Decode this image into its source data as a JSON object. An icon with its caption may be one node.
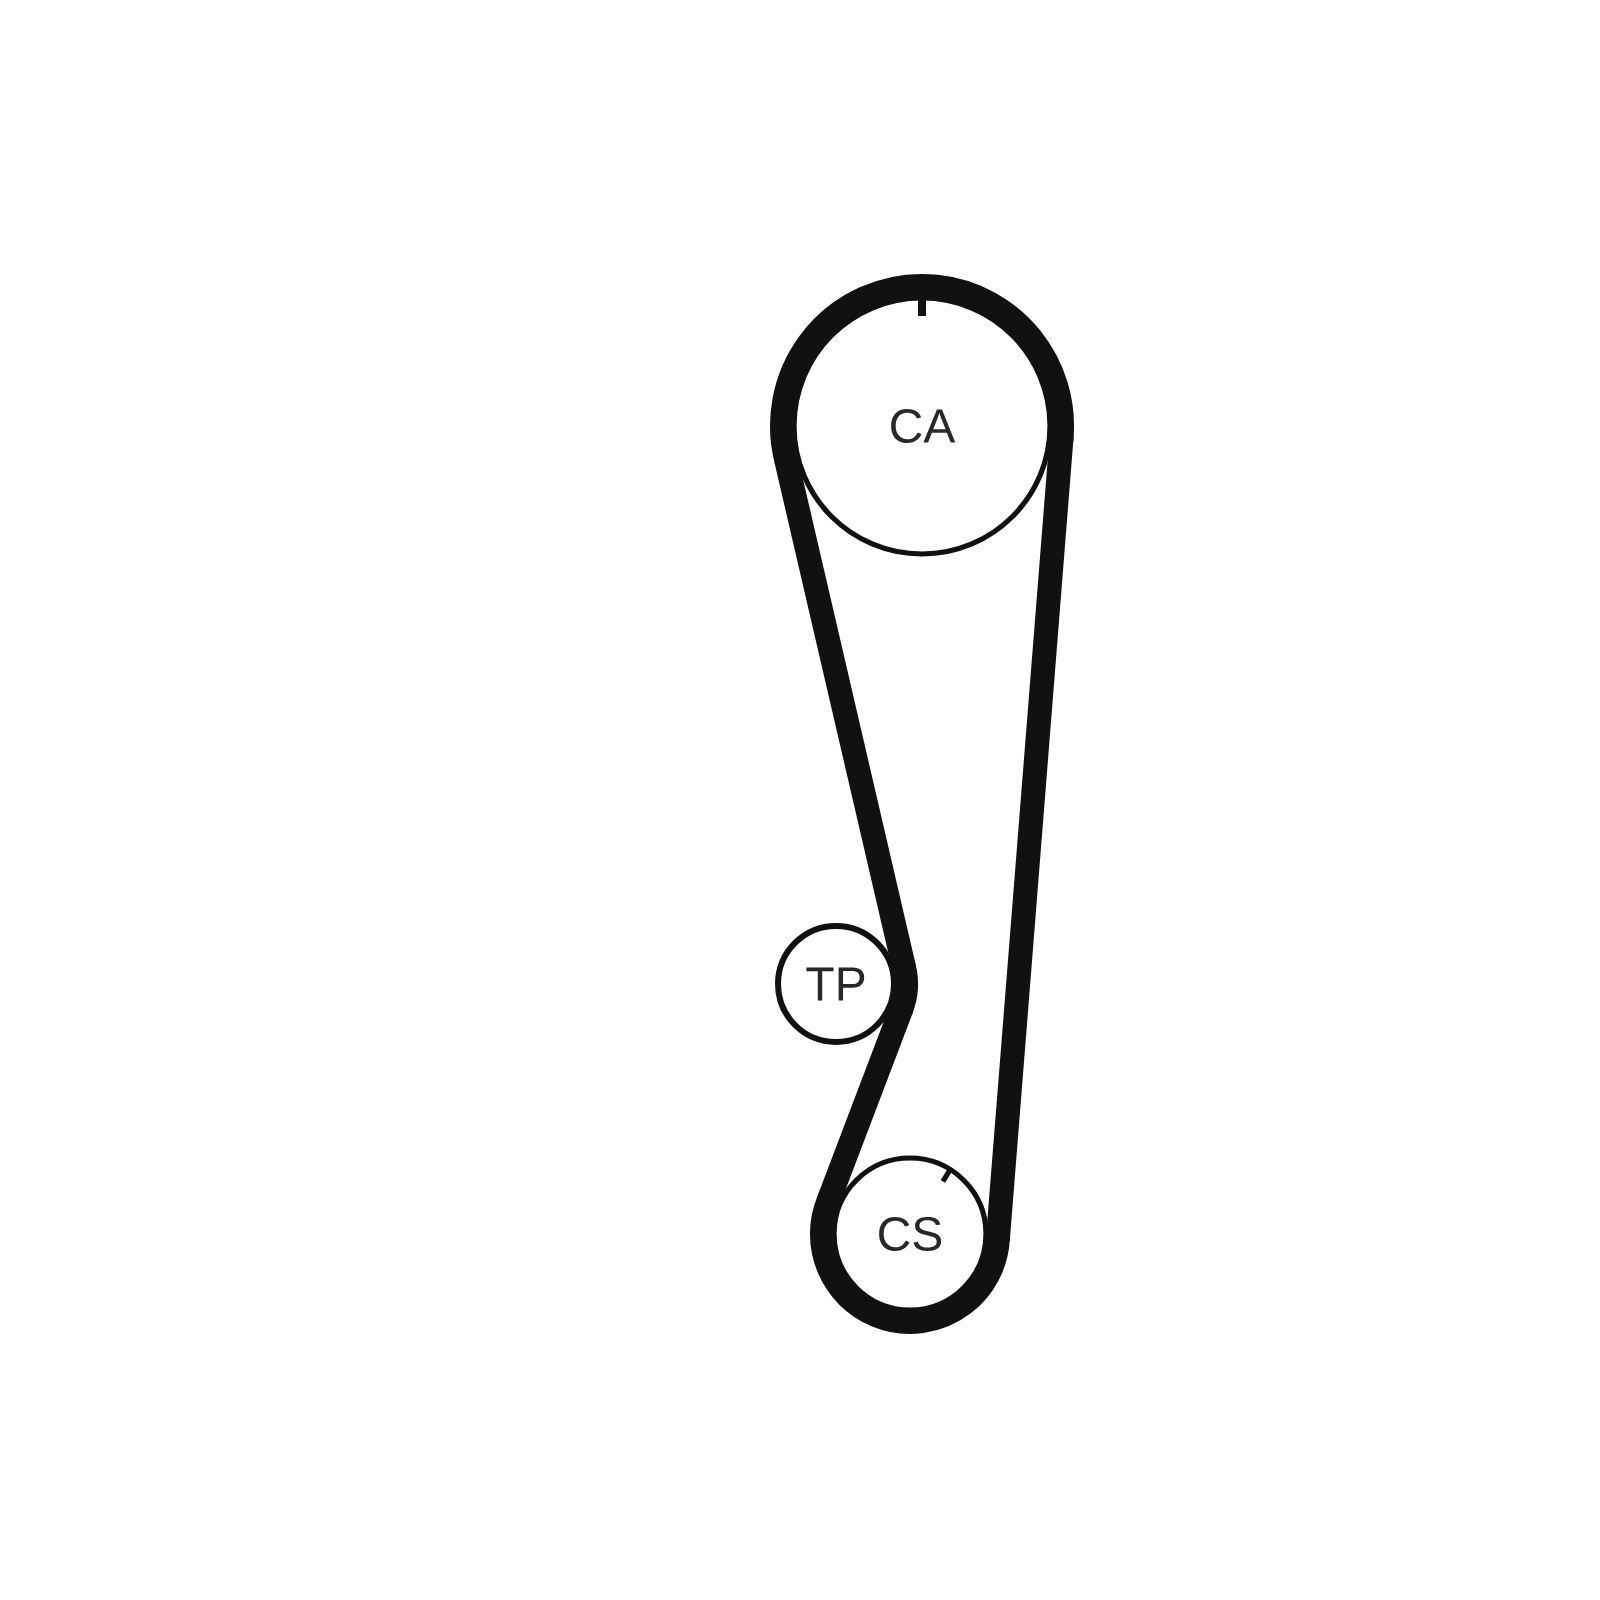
{
  "diagram": {
    "nodes": [
      {
        "text": [
          "CA"
        ]
      },
      {
        "text": [
          "TP"
        ]
      },
      {
        "text": [
          "CS"
        ]
      }
    ],
    "edges": [
      {
        "from": 0,
        "to": 1,
        "arrow": "none"
      },
      {
        "from": 1,
        "to": 2,
        "arrow": "none"
      },
      {
        "from": 2,
        "to": 0,
        "arrow": "none"
      }
    ]
  }
}
